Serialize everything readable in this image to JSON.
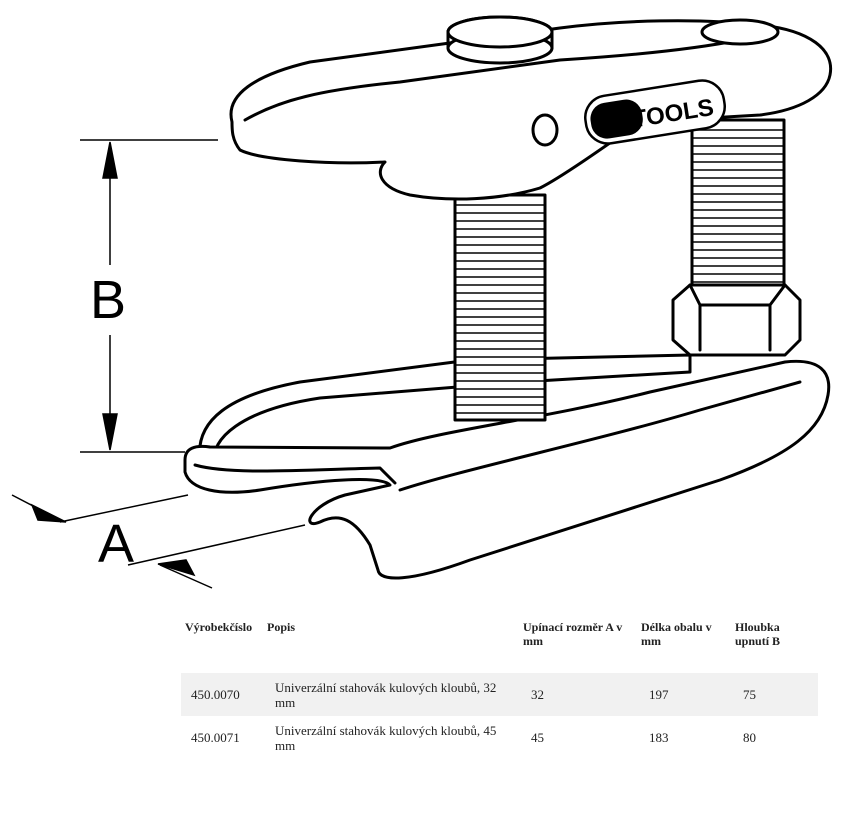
{
  "figure": {
    "brand_logo": "KSTOOLS",
    "dimension_b": "B",
    "dimension_a": "A"
  },
  "table": {
    "headers": [
      "Výrobekčíslo",
      "Popis",
      "Upínací rozměr A v mm",
      "Délka obalu v mm",
      "Hloubka upnutí B"
    ],
    "rows": [
      {
        "part_no": "450.0070",
        "description": "Univerzální stahovák kulových kloubů, 32 mm",
        "clamp_a": "32",
        "length": "197",
        "depth_b": "75"
      },
      {
        "part_no": "450.0071",
        "description": "Univerzální stahovák kulových kloubů, 45 mm",
        "clamp_a": "45",
        "length": "183",
        "depth_b": "80"
      }
    ]
  }
}
